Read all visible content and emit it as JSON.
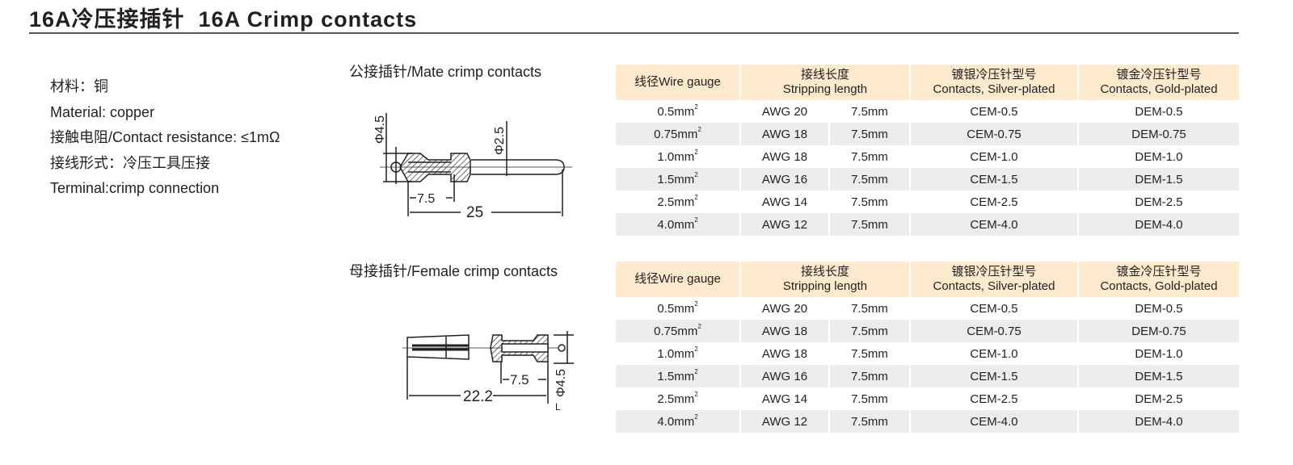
{
  "title": "16A冷压接插针  16A Crimp contacts",
  "specs": [
    "材料：铜",
    "Material: copper",
    "接触电阻/Contact resistance: ≤1mΩ",
    "接线形式：冷压工具压接",
    "Terminal:crimp connection"
  ],
  "mate": {
    "title": "公接插针/Mate crimp contacts",
    "dims": {
      "d1": "Φ4.5",
      "d2": "Φ2.5",
      "strip": "7.5",
      "length": "25"
    }
  },
  "female": {
    "title": "母接插针/Female crimp contacts",
    "dims": {
      "d1": "Φ4.5",
      "strip": "7.5",
      "length": "22.2",
      "mark": "L"
    }
  },
  "table_headers": [
    [
      "线径Wire gauge"
    ],
    [
      "接线长度",
      "Stripping length"
    ],
    [
      "镀银冷压针型号",
      "Contacts, Silver-plated"
    ],
    [
      "镀金冷压针型号",
      "Contacts, Gold-plated"
    ]
  ],
  "mate_rows": [
    {
      "gauge": "0.5mm",
      "awg": "AWG 20",
      "strip": "7.5mm",
      "silver": "CEM-0.5",
      "gold": "DEM-0.5"
    },
    {
      "gauge": "0.75mm",
      "awg": "AWG 18",
      "strip": "7.5mm",
      "silver": "CEM-0.75",
      "gold": "DEM-0.75"
    },
    {
      "gauge": "1.0mm",
      "awg": "AWG 18",
      "strip": "7.5mm",
      "silver": "CEM-1.0",
      "gold": "DEM-1.0"
    },
    {
      "gauge": "1.5mm",
      "awg": "AWG 16",
      "strip": "7.5mm",
      "silver": "CEM-1.5",
      "gold": "DEM-1.5"
    },
    {
      "gauge": "2.5mm",
      "awg": "AWG 14",
      "strip": "7.5mm",
      "silver": "CEM-2.5",
      "gold": "DEM-2.5"
    },
    {
      "gauge": "4.0mm",
      "awg": "AWG 12",
      "strip": "7.5mm",
      "silver": "CEM-4.0",
      "gold": "DEM-4.0"
    }
  ],
  "female_rows": [
    {
      "gauge": "0.5mm",
      "awg": "AWG 20",
      "strip": "7.5mm",
      "silver": "CEM-0.5",
      "gold": "DEM-0.5"
    },
    {
      "gauge": "0.75mm",
      "awg": "AWG 18",
      "strip": "7.5mm",
      "silver": "CEM-0.75",
      "gold": "DEM-0.75"
    },
    {
      "gauge": "1.0mm",
      "awg": "AWG 18",
      "strip": "7.5mm",
      "silver": "CEM-1.0",
      "gold": "DEM-1.0"
    },
    {
      "gauge": "1.5mm",
      "awg": "AWG 16",
      "strip": "7.5mm",
      "silver": "CEM-1.5",
      "gold": "DEM-1.5"
    },
    {
      "gauge": "2.5mm",
      "awg": "AWG 14",
      "strip": "7.5mm",
      "silver": "CEM-2.5",
      "gold": "DEM-2.5"
    },
    {
      "gauge": "4.0mm",
      "awg": "AWG 12",
      "strip": "7.5mm",
      "silver": "CEM-4.0",
      "gold": "DEM-4.0"
    }
  ],
  "superscript": "2",
  "colors": {
    "header_bg": "#fde9cc",
    "alt_row": "#ececec"
  }
}
